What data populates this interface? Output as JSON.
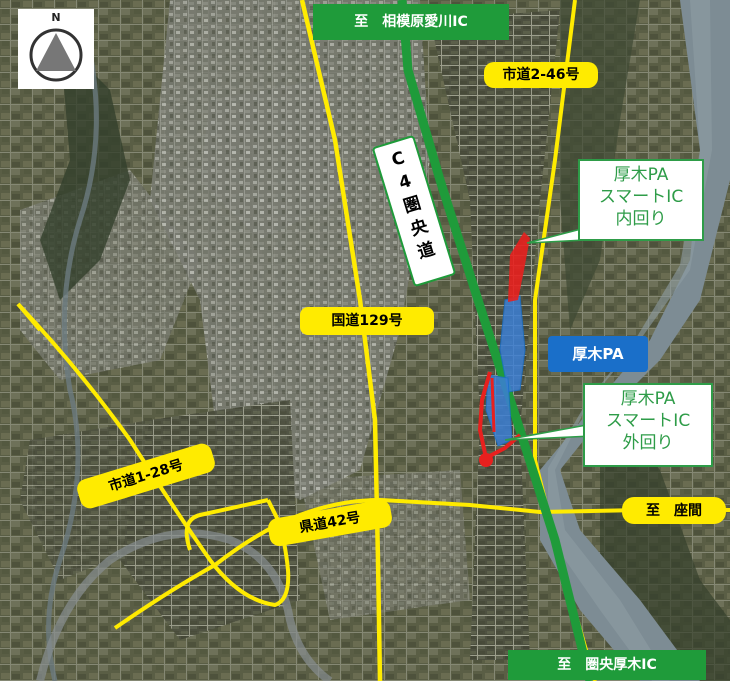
{
  "map": {
    "compass": {
      "north_letter": "N",
      "icon": "north-arrow-icon"
    },
    "road_labels": {
      "to_sagamihara_aikawa": "至　相模原愛川IC",
      "to_ken_o_atsugi": "至　圏央厚木IC",
      "to_zama": "至　座間",
      "shido_2_46": "市道2-46号",
      "kokudo_129": "国道129号",
      "shido_1_28": "市道1-28号",
      "kendo_42": "県道42号"
    },
    "expressway_label": {
      "line1": "C",
      "line2": "4",
      "line3": "圏",
      "line4": "央",
      "line5": "道"
    },
    "pa_label": "厚木PA",
    "callouts": {
      "inner": {
        "line1": "厚木PA",
        "line2": "スマートIC",
        "line3": "内回り"
      },
      "outer": {
        "line1": "厚木PA",
        "line2": "スマートIC",
        "line3": "外回り"
      }
    },
    "colors": {
      "expressway": "#1f9b3a",
      "local_road": "#ffeb00",
      "smart_ic": "#e8201e",
      "parking_area": "#1a6fc9",
      "callout_border": "#2e9c48",
      "river": "#7d8c94"
    }
  }
}
